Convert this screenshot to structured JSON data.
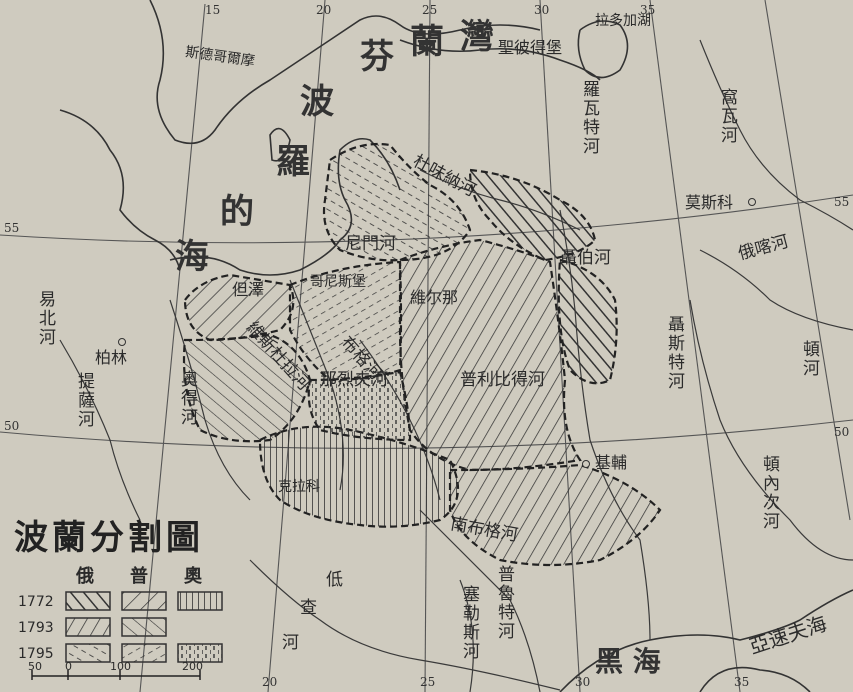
{
  "title": "波蘭分割圖",
  "legend": {
    "powers": [
      "俄",
      "普",
      "奧"
    ],
    "years": [
      "1772",
      "1793",
      "1795"
    ]
  },
  "scale": {
    "ticks": [
      "50",
      "0",
      "100",
      "200"
    ]
  },
  "seas": {
    "baltic_1": "波",
    "baltic_2": "羅",
    "baltic_3": "的",
    "baltic_4": "海",
    "finland_gulf_1": "芬",
    "finland_gulf_2": "蘭",
    "finland_gulf_3": "灣",
    "black_sea": "黑 海",
    "azov_sea": "亞速夫海"
  },
  "cities": {
    "stockholm": "斯德哥爾摩",
    "petersburg": "聖彼得堡",
    "moscow": "莫斯科",
    "berlin": "柏林",
    "danzig": "但澤",
    "konigsberg": "哥尼斯堡",
    "vilna": "維尔那",
    "kiev": "基輔",
    "krakow": "克拉科",
    "ladoga": "拉多加湖"
  },
  "rivers": {
    "volkhov": "羅瓦特河",
    "volga": "窩瓦河",
    "oka": "俄喀河",
    "dvina": "杜味納河",
    "neman": "尼門河",
    "dnieper": "聶伯河",
    "vistula": "維斯杜拉河",
    "bug": "布格河",
    "pripet": "普利比得河",
    "narew": "那烈夫河",
    "oder": "奧得河",
    "elbe": "易北河",
    "don": "頓河",
    "donets": "頓內次河",
    "dniester": "聶斯特河",
    "southern_bug": "南布格河",
    "prut": "普魯特河",
    "seret": "塞勒斯河",
    "tisza": "提薩河",
    "danube_low": "低",
    "danube_river": "查",
    "danube_he": "河"
  },
  "degrees": {
    "lon": [
      "15",
      "20",
      "25",
      "30",
      "35",
      "20",
      "25",
      "30",
      "35"
    ],
    "lat": [
      "55",
      "50",
      "55",
      "50"
    ]
  },
  "colors": {
    "paper": "#cfcbbf",
    "ink": "#2b2b2b",
    "grid": "#555555"
  }
}
